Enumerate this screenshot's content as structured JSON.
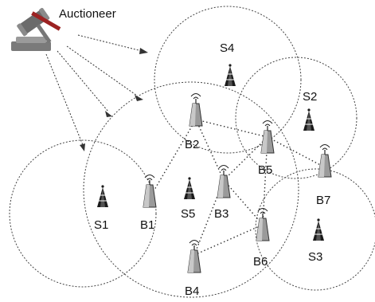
{
  "auctioneer": {
    "label": "Auctioneer",
    "icon": "gavel-icon"
  },
  "sellers": [
    {
      "id": "S1",
      "label": "S1"
    },
    {
      "id": "S2",
      "label": "S2"
    },
    {
      "id": "S3",
      "label": "S3"
    },
    {
      "id": "S4",
      "label": "S4"
    },
    {
      "id": "S5",
      "label": "S5"
    }
  ],
  "buyers": [
    {
      "id": "B1",
      "label": "B1"
    },
    {
      "id": "B2",
      "label": "B2"
    },
    {
      "id": "B3",
      "label": "B3"
    },
    {
      "id": "B4",
      "label": "B4"
    },
    {
      "id": "B5",
      "label": "B5"
    },
    {
      "id": "B6",
      "label": "B6"
    },
    {
      "id": "B7",
      "label": "B7"
    }
  ],
  "interference_links": [
    [
      "B1",
      "B2"
    ],
    [
      "B2",
      "B3"
    ],
    [
      "B2",
      "B5"
    ],
    [
      "B3",
      "B5"
    ],
    [
      "B3",
      "B6"
    ],
    [
      "B4",
      "B3"
    ],
    [
      "B4",
      "B6"
    ],
    [
      "B5",
      "B6"
    ],
    [
      "B5",
      "B7"
    ]
  ],
  "colors": {
    "line": "#333333",
    "circle": "#444444",
    "label": "#111111"
  }
}
